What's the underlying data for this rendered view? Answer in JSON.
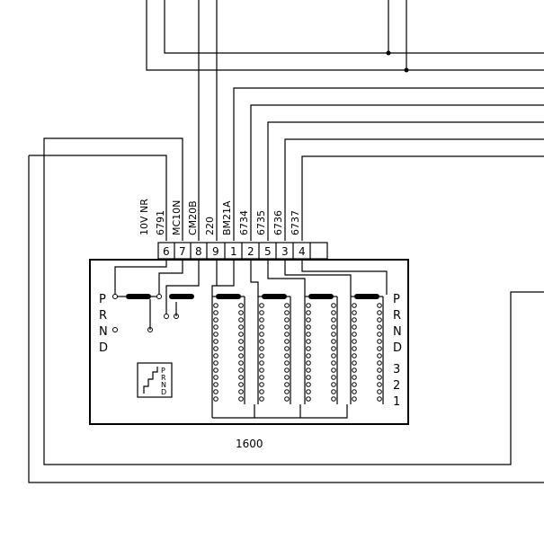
{
  "component": {
    "id": "1600",
    "pin_numbers": [
      "6",
      "7",
      "8",
      "9",
      "1",
      "2",
      "5",
      "3",
      "4"
    ],
    "wire_labels": [
      [
        "10V NR",
        "6791"
      ],
      [
        "MC10N"
      ],
      [
        "CM20B"
      ],
      [
        "220"
      ],
      [
        "BM21A"
      ],
      [
        "6734"
      ],
      [
        "6735"
      ],
      [
        "6736"
      ],
      [
        "6737"
      ]
    ],
    "left_positions": [
      "P",
      "R",
      "N",
      "D"
    ],
    "right_positions": [
      "P",
      "R",
      "N",
      "D",
      "3",
      "2",
      "1"
    ],
    "symbol_letters": [
      "P",
      "R",
      "N",
      "D"
    ]
  }
}
